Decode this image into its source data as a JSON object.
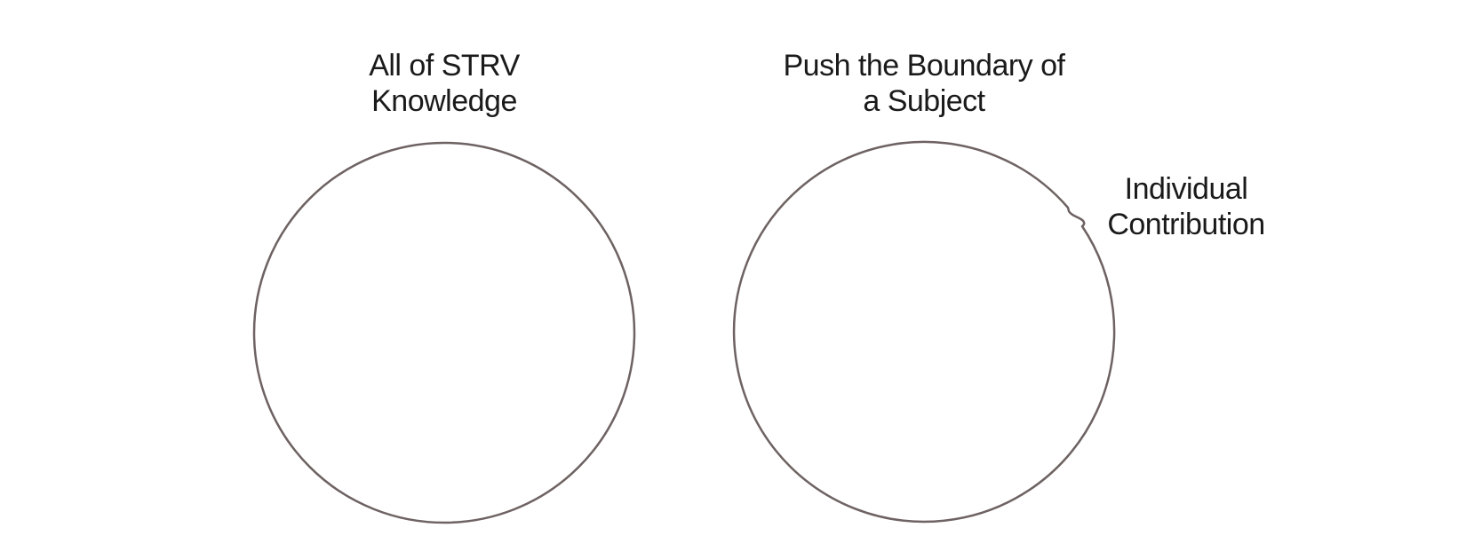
{
  "diagram": {
    "left_circle": {
      "label_lines": [
        "All of STRV",
        "Knowledge"
      ]
    },
    "right_circle": {
      "label_lines": [
        "Push the Boundary of",
        "a Subject"
      ],
      "bump_label_lines": [
        "Individual",
        "Contribution"
      ]
    },
    "stroke_color": "#6e6262",
    "text_color": "#1a1a1a",
    "background": "#ffffff"
  }
}
